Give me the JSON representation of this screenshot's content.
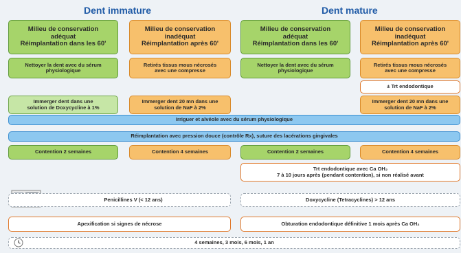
{
  "columns": {
    "immature_title": "Dent immature",
    "mature_title": "Dent mature"
  },
  "headers": {
    "imm_green": [
      "Milieu de conservation",
      "adéquat",
      "Réimplantation dans les 60'"
    ],
    "imm_orange": [
      "Milieu de conservation",
      "inadéquat",
      "Réimplantation après 60'"
    ],
    "mat_green": [
      "Milieu de conservation",
      "adéquat",
      "Réimplantation dans les 60'"
    ],
    "mat_orange": [
      "Milieu de conservation",
      "inadéquat",
      "Réimplantation après 60'"
    ]
  },
  "steps": {
    "imm_nettoyer": [
      "Nettoyer la dent avec du sérum",
      "physiologique"
    ],
    "imm_retires": [
      "Retirés tissus mous nécrosés",
      "avec une compresse"
    ],
    "mat_nettoyer": [
      "Nettoyer la dent avec du sérum",
      "physiologique"
    ],
    "mat_retires": [
      "Retirés tissus mous nécrosés",
      "avec une compresse"
    ],
    "mat_trt": "± Trt endodontique",
    "imm_immerger_doxy": [
      "Immerger dent dans une",
      "solution de Doxycycline à 1%"
    ],
    "imm_immerger_naf": [
      "Immerger dent 20 mn dans une",
      "solution de NaF à 2%"
    ],
    "mat_immerger_naf": [
      "Immerger dent 20 mn dans une",
      "solution de NaF à 2%"
    ],
    "irriguer": "Irriguer et alvéole avec du sérum physiologique",
    "reimplantation": "Réimplantation avec pression douce (contrôle Rx), suture des lacérations gingivales",
    "contention_2_imm": "Contention 2 semaines",
    "contention_4_imm": "Contention 4 semaines",
    "contention_2_mat": "Contention 2 semaines",
    "contention_4_mat": "Contention 4 semaines",
    "trt_caoh": [
      "Trt endodontique avec Ca OH₂",
      "7 à 10 jours après (pendant contention), si non réalisé avant"
    ],
    "penicilline": "Penicillines V (< 12 ans)",
    "doxycycline": "Doxycycline (Tetracyclines) > 12 ans",
    "apexification": "Apexification si signes de nécrose",
    "obturation": "Obturation endodontique définitive 1 mois après  Ca OH₂",
    "suivi": "4 semaines, 3 mois, 6 mois, 1 an"
  },
  "colors": {
    "green": "#a6d46a",
    "orange": "#f7c06c",
    "blue": "#8dc8f0",
    "title_blue": "#1f5aa6"
  },
  "icons": [
    "medication-box-icon",
    "follow-up-clock-icon"
  ]
}
